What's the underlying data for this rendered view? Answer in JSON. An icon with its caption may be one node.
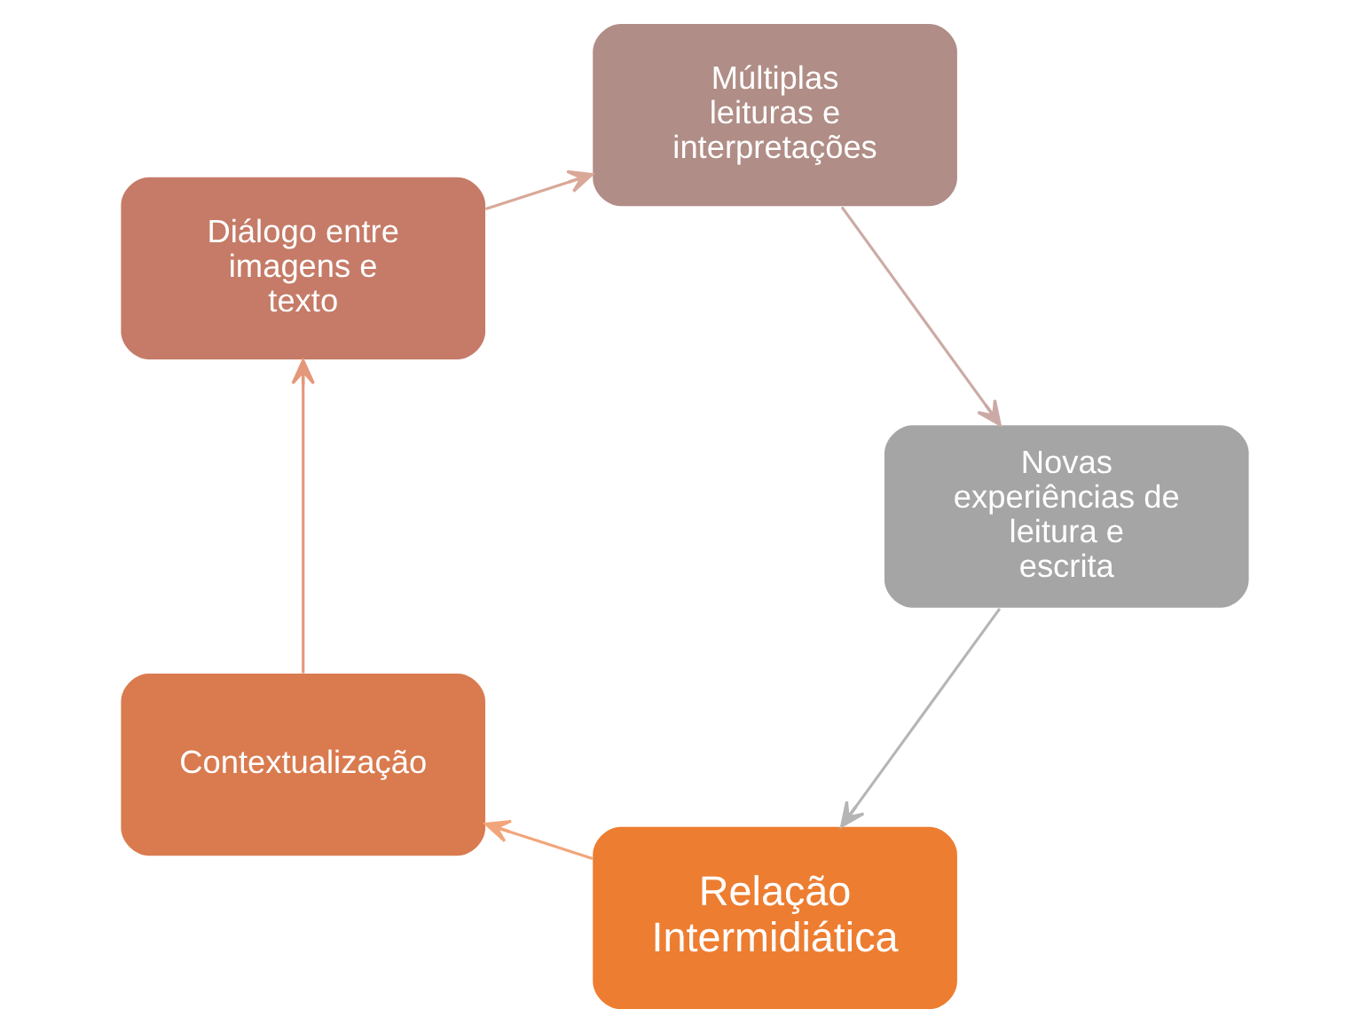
{
  "diagram": {
    "nodes": [
      {
        "text": [
          "Relação Intermidiática"
        ]
      },
      {
        "text": [
          "Contextualização"
        ]
      },
      {
        "text": [
          "Diálogo entre imagens e texto"
        ]
      },
      {
        "text": [
          "Múltiplas leituras e interpretações"
        ]
      },
      {
        "text": [
          "Novas experiências de leitura e escrita"
        ]
      }
    ],
    "edges": [
      {
        "from": 0,
        "to": 1,
        "arrow": "to",
        "color": "#f2a57a"
      },
      {
        "from": 1,
        "to": 2,
        "arrow": "to",
        "color": "#e4987a"
      },
      {
        "from": 2,
        "to": 3,
        "arrow": "to",
        "color": "#d9a898"
      },
      {
        "from": 3,
        "to": 4,
        "arrow": "to",
        "color": "#cbaaa5"
      },
      {
        "from": 4,
        "to": 0,
        "arrow": "to",
        "color": "#b5b5b5"
      }
    ]
  }
}
